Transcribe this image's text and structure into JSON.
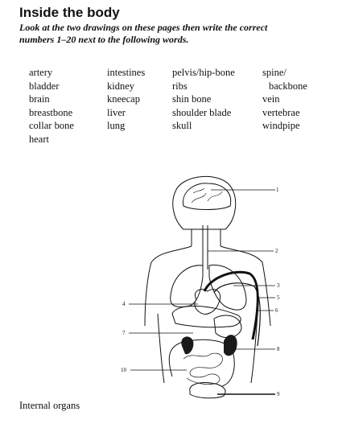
{
  "header": {
    "title": "Inside the body",
    "instructions_line1": "Look at the two drawings on these pages then write the correct",
    "instructions_line2": "numbers 1–20 next to the following words."
  },
  "word_columns": [
    [
      "artery",
      "bladder",
      "brain",
      "breastbone",
      "collar bone",
      "heart"
    ],
    [
      "intestines",
      "kidney",
      "kneecap",
      "liver",
      "lung"
    ],
    [
      "pelvis/hip-bone",
      "ribs",
      "shin bone",
      "shoulder blade",
      "skull"
    ],
    [
      "spine/",
      "backbone",
      "vein",
      "vertebrae",
      "windpipe"
    ]
  ],
  "diagram": {
    "labels": [
      "1",
      "2",
      "3",
      "4",
      "5",
      "6",
      "7",
      "8",
      "9",
      "10"
    ]
  },
  "caption": "Internal organs"
}
